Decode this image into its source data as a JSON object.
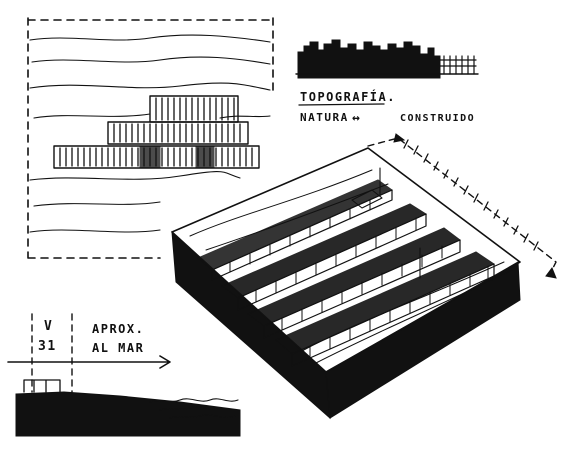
{
  "labels": {
    "topografia": "TOPOGRAFÍA.",
    "natura": "NATURA",
    "relation_arrow": "↔",
    "construido": "CONSTRUIDO",
    "v_label": "V",
    "v_number": "31",
    "aprox_line1": "APROX.",
    "aprox_line2": "AL MAR"
  },
  "icons": {
    "relation": "double-arrow-icon",
    "direction": "right-arrow-icon"
  },
  "colors": {
    "ink": "#111111",
    "paper": "#ffffff"
  }
}
